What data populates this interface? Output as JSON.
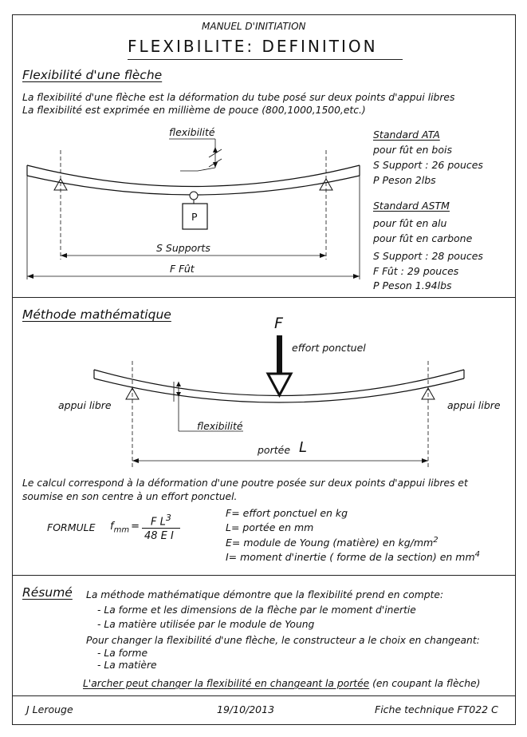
{
  "header": {
    "subtitle": "MANUEL D'INITIATION",
    "title": "FLEXIBILITE: DEFINITION"
  },
  "section1": {
    "heading": "Flexibilité d'une flèche",
    "line1": "La flexibilité d'une flèche est la déformation du tube posé sur deux points d'appui libres",
    "line2": "La flexibilité est exprimée en millième de pouce (800,1000,1500,etc.)",
    "diagram": {
      "flex_label": "flexibilité",
      "weight_label": "P",
      "supports_label": "S  Supports",
      "shaft_label": "F  Fût"
    },
    "ata": {
      "title": "Standard ATA",
      "line1": "pour fût en bois",
      "line2": "S  Support : 26 pouces",
      "line3": "P  Peson 2lbs"
    },
    "astm": {
      "title": "Standard ASTM",
      "line1": "pour fût en alu",
      "line2": "pour fût en carbone",
      "line3": "S  Support : 28 pouces",
      "line4": "F  Fût : 29 pouces",
      "line5": "P  Peson 1.94lbs"
    }
  },
  "section2": {
    "heading": "Méthode mathématique",
    "force_label": "F",
    "force_desc": "effort ponctuel",
    "left_support": "appui libre",
    "right_support": "appui libre",
    "flex_label": "flexibilité",
    "span_label": "portée",
    "span_symbol": "L",
    "para1": "Le calcul correspond à la déformation d'une poutre posée sur deux points d'appui libres et",
    "para2": "soumise en son centre à un effort ponctuel.",
    "formula_label": "FORMULE",
    "formula_lhs": "f",
    "formula_lhs_sub": "mm",
    "formula_eq": "=",
    "formula_num": "F L",
    "formula_num_exp": "3",
    "formula_den": "48 E I",
    "def1": "F= effort ponctuel en kg",
    "def2": "L= portée en mm",
    "def3": "E= module de Young (matière) en kg/mm",
    "def3_exp": "2",
    "def4": "I= moment d'inertie ( forme de la section) en mm",
    "def4_exp": "4"
  },
  "section3": {
    "heading": "Résumé",
    "intro": "La méthode mathématique démontre que la flexibilité prend en compte:",
    "b1": "- La forme et les dimensions de la flèche par le moment d'inertie",
    "b2": "- La matière utilisée par le module de Young",
    "para": "Pour changer la flexibilité d'une flèche, le constructeur a le choix en changeant:",
    "c1": "- La forme",
    "c2": "- La matière",
    "final_ul": "L'archer peut changer la flexibilité en changeant la portée",
    "final_rest": " (en coupant la flèche)"
  },
  "footer": {
    "author": "J Lerouge",
    "date": "19/10/2013",
    "ref": "Fiche technique FT022 C"
  }
}
